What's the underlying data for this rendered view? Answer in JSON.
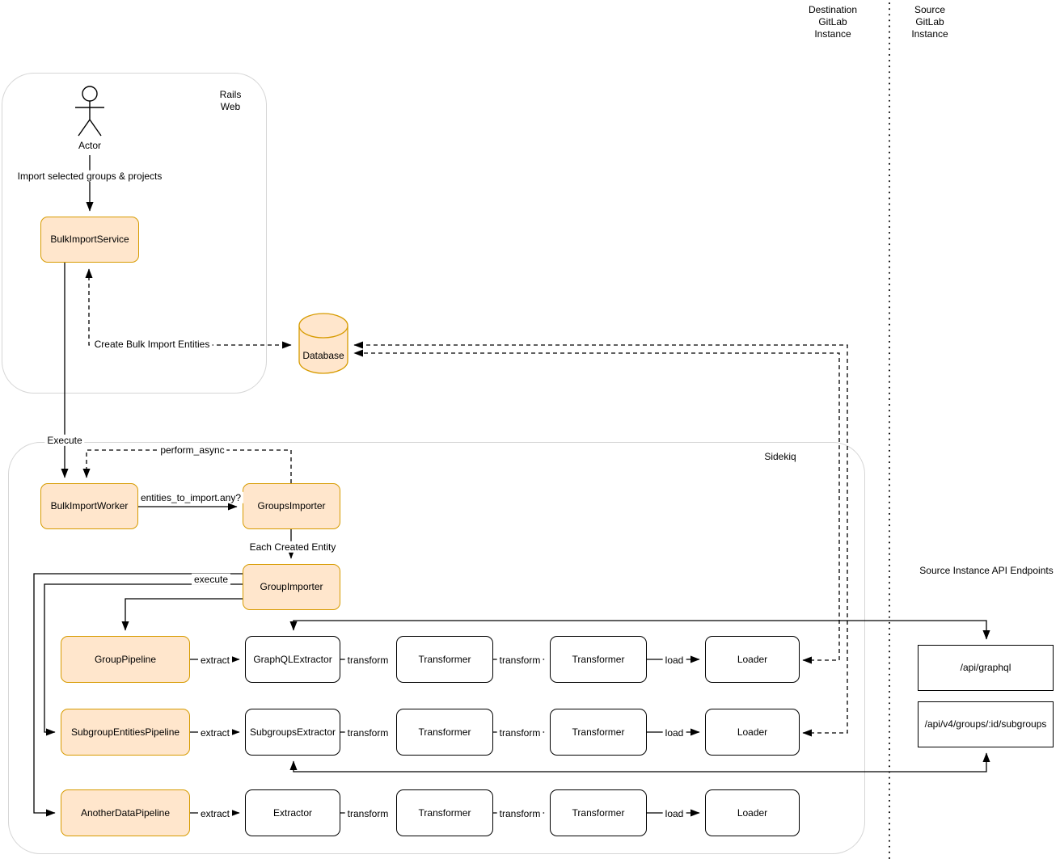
{
  "colors": {
    "node_fill": "#FFE6CC",
    "node_stroke": "#D79B00",
    "box_stroke": "#000000",
    "container_stroke": "#D6D6D6",
    "line": "#000000"
  },
  "header": {
    "destination": "Destination\nGitLab\nInstance",
    "source": "Source\nGitLab\nInstance"
  },
  "containers": {
    "rails_web": "Rails\nWeb",
    "sidekiq": "Sidekiq"
  },
  "actor": {
    "label": "Actor"
  },
  "nodes": {
    "bulk_import_service": "BulkImportService",
    "database": "Database",
    "bulk_import_worker": "BulkImportWorker",
    "groups_importer": "GroupsImporter",
    "group_importer": "GroupImporter",
    "group_pipeline": "GroupPipeline",
    "subgroup_entities_pipeline": "SubgroupEntitiesPipeline",
    "another_data_pipeline": "AnotherDataPipeline",
    "graphql_extractor": "GraphQLExtractor",
    "subgroups_extractor": "SubgroupsExtractor",
    "extractor": "Extractor",
    "transformer": "Transformer",
    "loader": "Loader"
  },
  "edges": {
    "import_selected": "Import selected groups & projects",
    "create_entities": "Create Bulk Import Entities",
    "execute_service": "Execute",
    "perform_async": "perform_async",
    "entities_any": "entities_to_import.any?",
    "each_entity": "Each Created Entity",
    "execute_pipeline": "execute",
    "extract": "extract",
    "transform": "transform",
    "load": "load"
  },
  "endpoints": {
    "heading": "Source Instance API Endpoints",
    "graphql": "/api/graphql",
    "subgroups": "/api/v4/groups/:id/subgroups"
  }
}
